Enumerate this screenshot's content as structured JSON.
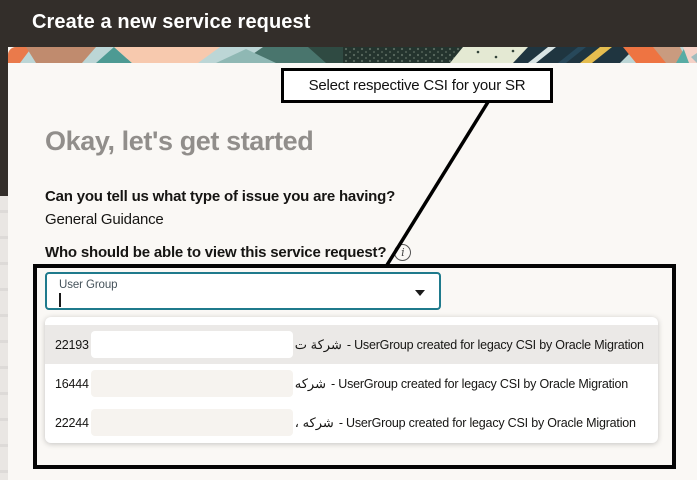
{
  "window": {
    "header_title": "Create a new service request"
  },
  "annotation": {
    "callout_text": "Select respective CSI for your SR"
  },
  "content": {
    "heading": "Okay, let's get started",
    "issue_question": "Can you tell us what type of issue you are having?",
    "issue_value": "General Guidance",
    "visibility_question": "Who should be able to view this service request?",
    "info_icon_glyph": "i"
  },
  "combobox": {
    "label": "User Group",
    "value": ""
  },
  "dropdown": {
    "options": [
      {
        "number": "22193",
        "arabic_text": "شركة ت",
        "description": "- UserGroup created for legacy CSI by Oracle Migration",
        "highlighted": true,
        "redacted": true
      },
      {
        "number": "16444",
        "arabic_text": "شركه",
        "description": "- UserGroup created for legacy CSI by Oracle Migration",
        "highlighted": false,
        "redacted": true
      },
      {
        "number": "22244",
        "arabic_text": "شركه ،",
        "description": "- UserGroup created for legacy CSI by Oracle Migration",
        "highlighted": false,
        "redacted": true
      }
    ]
  },
  "colors": {
    "header_bg": "#332e2a",
    "page_bg": "#faf8f5",
    "accent_teal": "#1f7a8c",
    "heading_gray": "#918e8b",
    "text_dark": "#161513",
    "row_highlight": "#ebe9e7",
    "annotation": "#000000"
  }
}
